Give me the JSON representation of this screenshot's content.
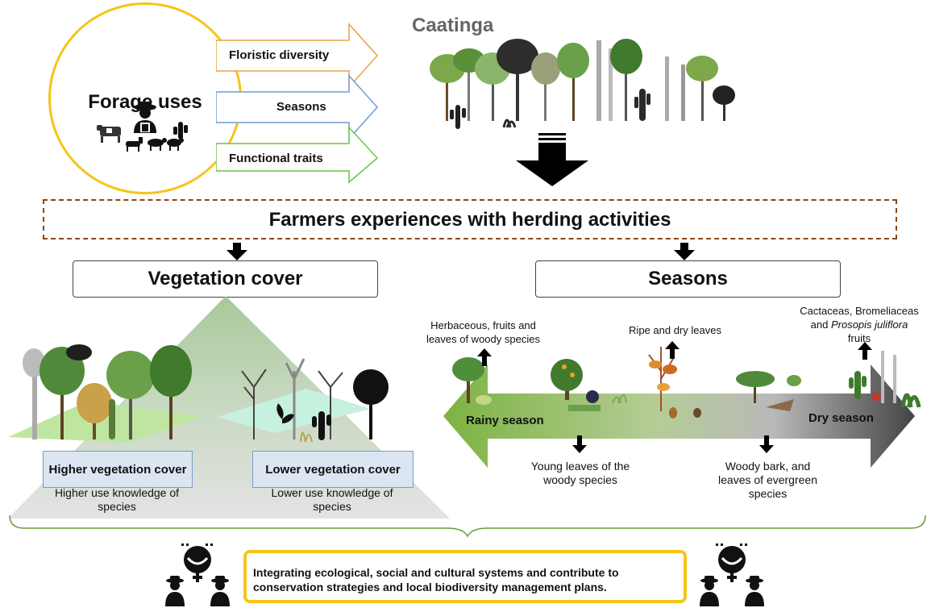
{
  "forage": {
    "title": "Forage uses",
    "arrows": [
      "Floristic diversity",
      "Seasons",
      "Functional traits"
    ]
  },
  "caatinga": {
    "title": "Caatinga"
  },
  "banner": {
    "title": "Farmers experiences with herding activities"
  },
  "vegetation": {
    "title": "Vegetation cover",
    "higher_label": "Higher vegetation cover",
    "higher_note": "Higher use knowledge of species",
    "lower_label": "Lower vegetation cover",
    "lower_note": "Lower use knowledge of species"
  },
  "seasons": {
    "title": "Seasons",
    "rainy": "Rainy season",
    "dry": "Dry season",
    "top_notes": [
      "Herbaceous, fruits and leaves of woody species",
      "Ripe and dry leaves",
      "Cactaceas, Bromeliaceas and",
      "Prosopis juliflora",
      "fruits"
    ],
    "bottom_notes": [
      "Young leaves of the woody species",
      "Woody bark, and leaves of evergreen species"
    ]
  },
  "conclusion": {
    "text": "Integrating ecological, social and cultural systems and contribute to conservation strategies and local  biodiversity  management plans."
  },
  "colors": {
    "circle_border": "#f5c518",
    "arrow_orange": "#e8a24a",
    "arrow_blue": "#6f9bd1",
    "arrow_green": "#6cc24a",
    "banner_border": "#8b4513",
    "season_green": "#7cb342",
    "season_gray": "#555555"
  }
}
